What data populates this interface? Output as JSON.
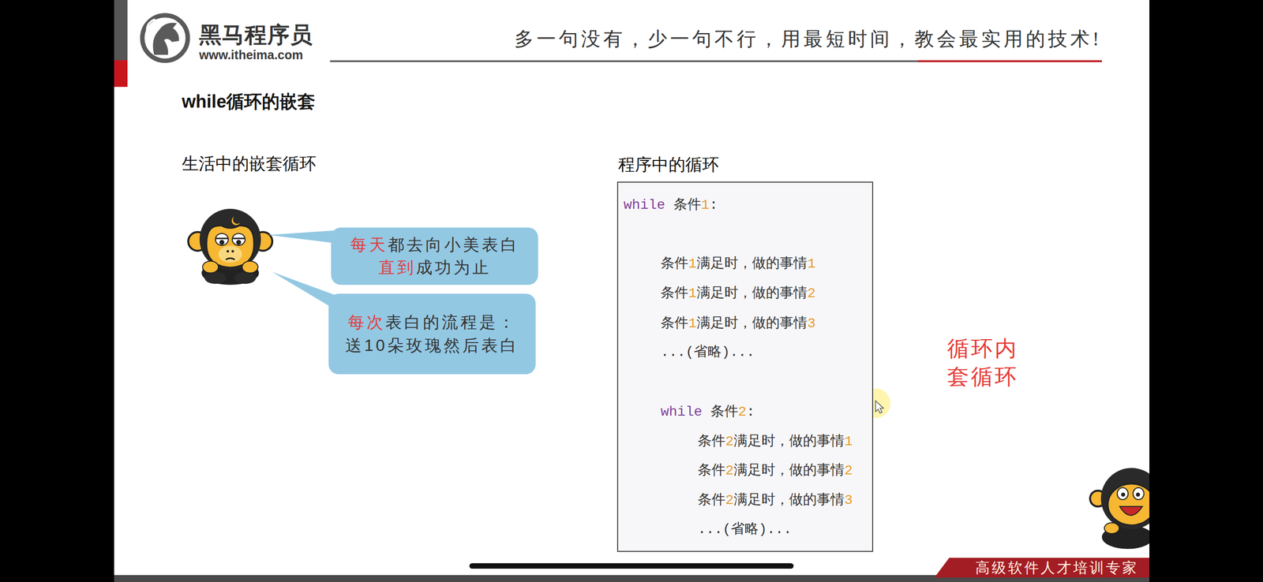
{
  "diagram": {
    "title": "while循环的嵌套",
    "nodes": [
      {
        "text": [
          "每天都去向小美表白 直到成功为止"
        ]
      },
      {
        "text": [
          "每次表白的流程是： 送10朵玫瑰然后表白"
        ]
      },
      {
        "text": [
          "程序中的循环",
          "while 条件1:",
          "条件1满足时，做的事情1",
          "条件1满足时，做的事情2",
          "条件1满足时，做的事情3",
          "...(省略)...",
          "while 条件2:",
          "条件2满足时，做的事情1",
          "条件2满足时，做的事情2",
          "条件2满足时，做的事情3",
          "...(省略)..."
        ]
      },
      {
        "text": [
          "高级软件人才培训专家"
        ]
      }
    ],
    "labels": [
      "黑马程序员",
      "www.itheima.com",
      "多一句没有，少一句不行，用最短时间，教会最实用的技术!",
      "生活中的嵌套循环",
      "循环内 套循环"
    ]
  }
}
